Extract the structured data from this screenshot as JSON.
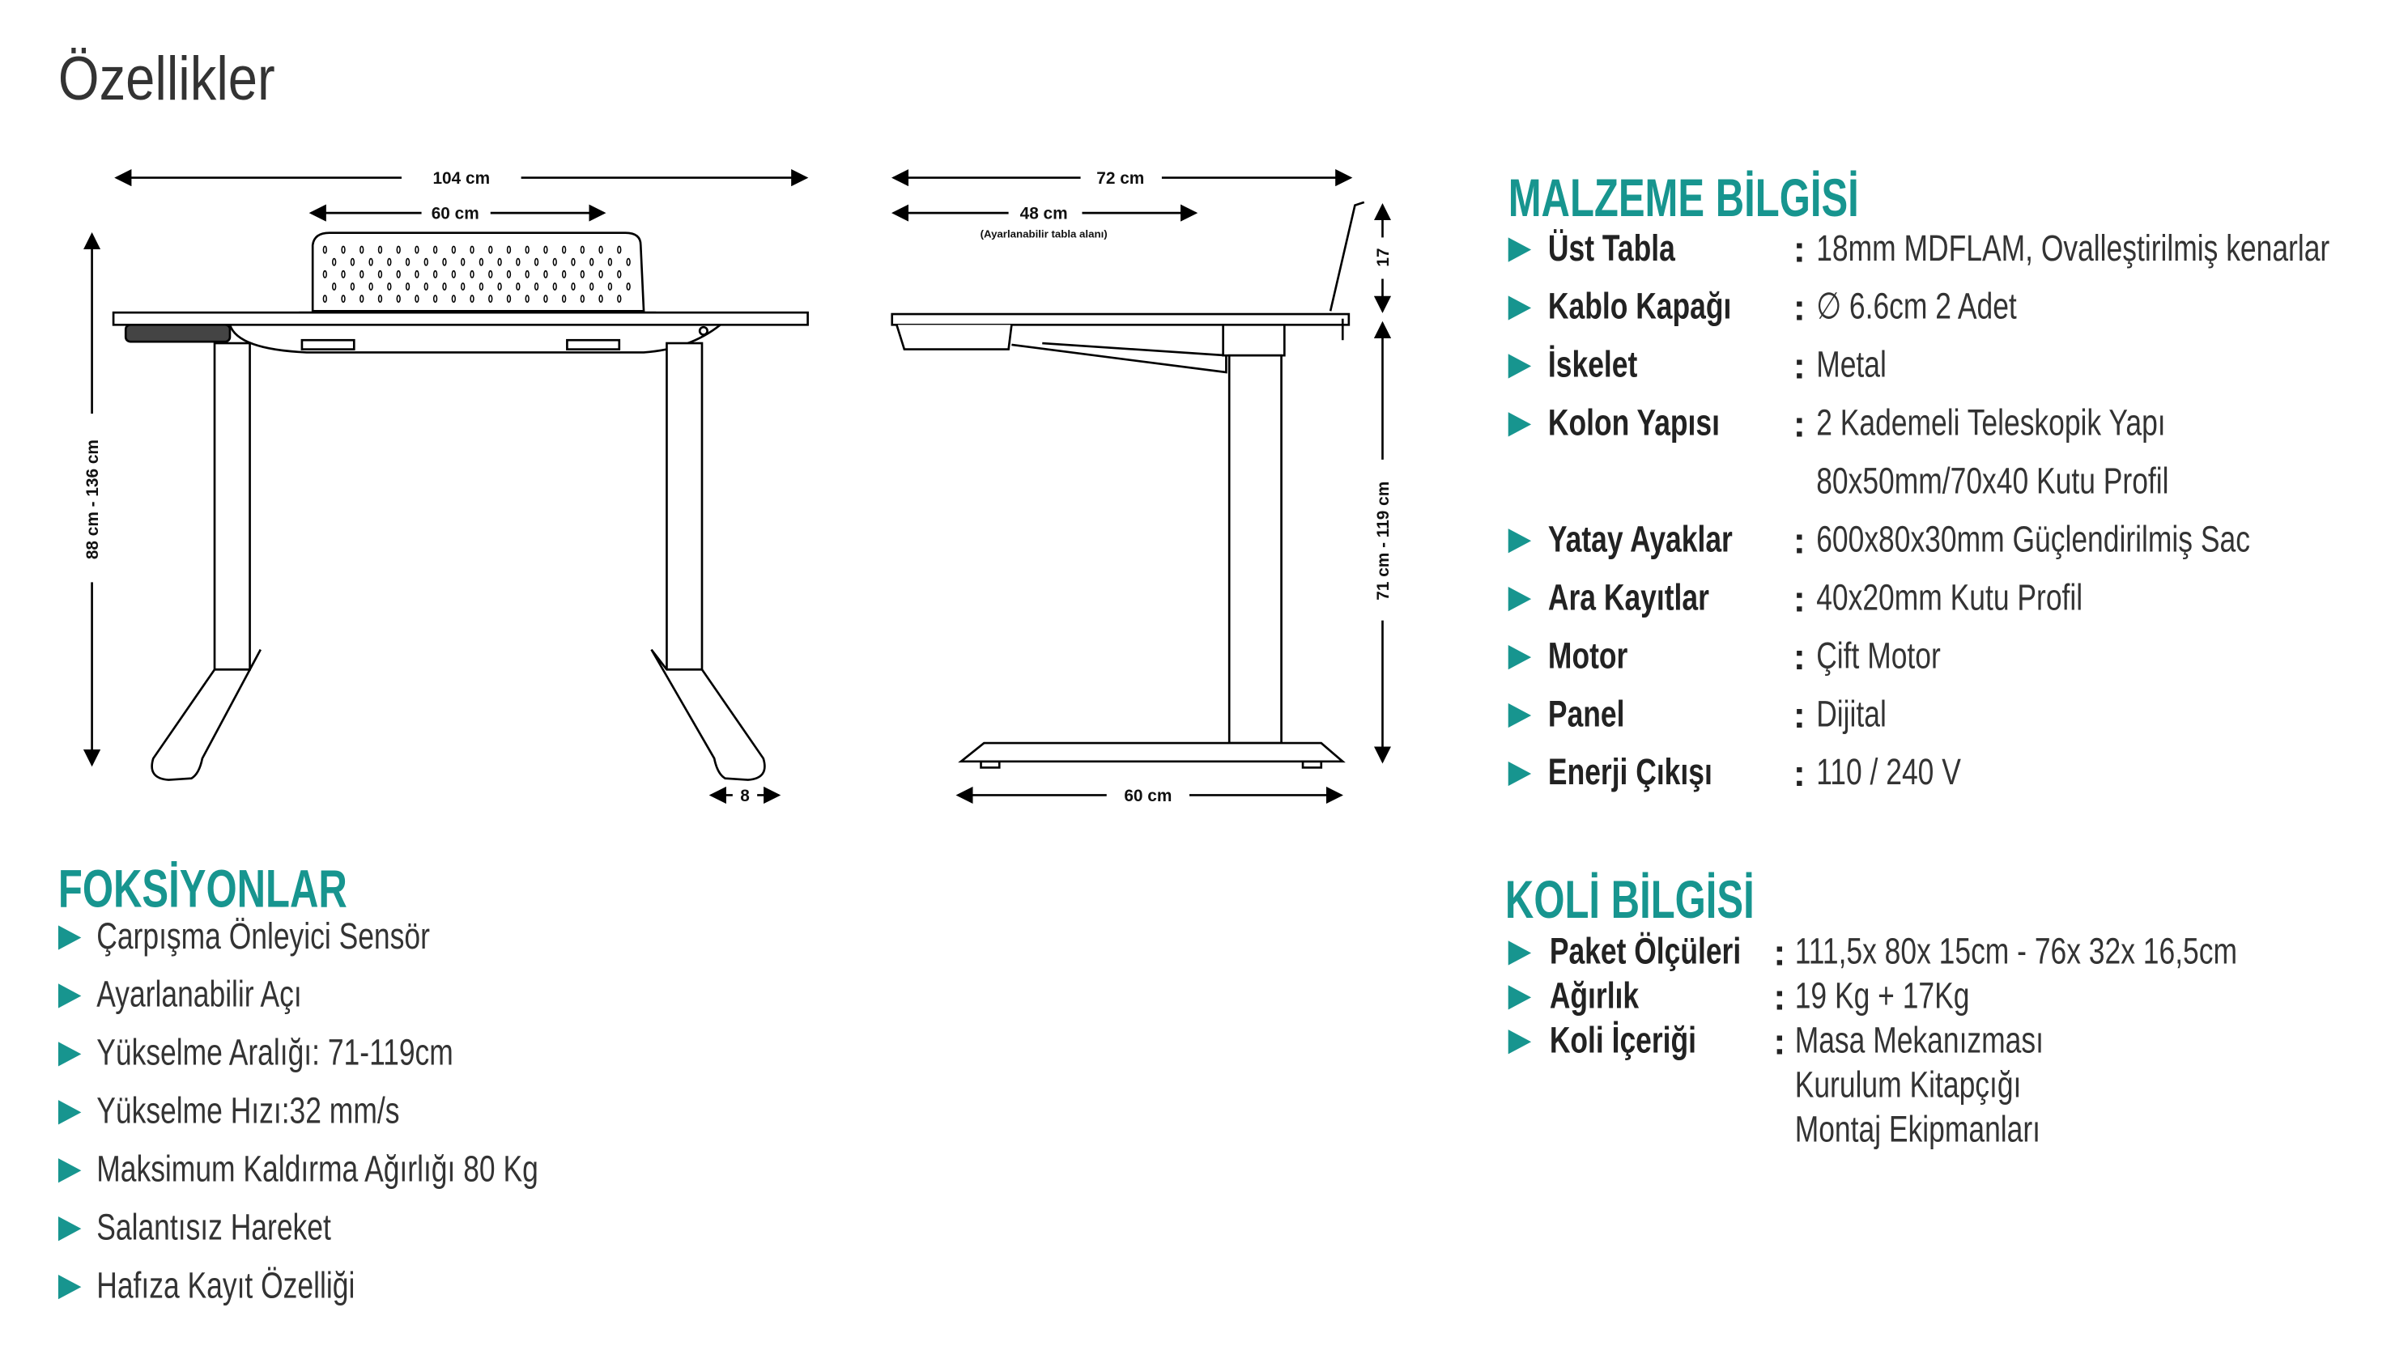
{
  "title": "Özellikler",
  "accent_color": "#17958f",
  "diagram": {
    "front": {
      "width": "104 cm",
      "stand_width": "60 cm",
      "height": "88 cm - 136 cm",
      "foot": "8"
    },
    "side": {
      "depth": "72 cm",
      "adjustable": "48 cm",
      "adjustable_note": "(Ayarlanabilir tabla alanı)",
      "tilt": "17",
      "height": "71 cm - 119 cm",
      "base": "60 cm"
    }
  },
  "material": {
    "heading": "MALZEME BİLGİSİ",
    "rows": [
      {
        "label": "Üst Tabla",
        "value": "18mm MDFLAM, Ovalleştirilmiş kenarlar"
      },
      {
        "label": "Kablo Kapağı",
        "value": "∅ 6.6cm 2 Adet"
      },
      {
        "label": "İskelet",
        "value": "Metal"
      },
      {
        "label": "Kolon Yapısı",
        "value": "2 Kademeli Teleskopik Yapı",
        "value2": "80x50mm/70x40 Kutu Profil"
      },
      {
        "label": "Yatay Ayaklar",
        "value": "600x80x30mm Güçlendirilmiş Sac"
      },
      {
        "label": "Ara Kayıtlar",
        "value": "40x20mm Kutu Profil"
      },
      {
        "label": "Motor",
        "value": "Çift Motor"
      },
      {
        "label": "Panel",
        "value": "Dijital"
      },
      {
        "label": "Enerji Çıkışı",
        "value": "110 / 240 V"
      }
    ]
  },
  "package": {
    "heading": "KOLİ BİLGİSİ",
    "rows": [
      {
        "label": "Paket Ölçüleri",
        "value": "111,5x 80x 15cm - 76x 32x 16,5cm"
      },
      {
        "label": "Ağırlık",
        "value": "19 Kg + 17Kg"
      },
      {
        "label": "Koli İçeriği",
        "value": "Masa Mekanızması",
        "value2": "Kurulum Kitapçığı",
        "value3": "Montaj Ekipmanları"
      }
    ]
  },
  "functions": {
    "heading": "FOKSİYONLAR",
    "items": [
      "Çarpışma Önleyici Sensör",
      "Ayarlanabilir Açı",
      "Yükselme Aralığı: 71-119cm",
      "Yükselme Hızı:32 mm/s",
      "Maksimum Kaldırma Ağırlığı 80 Kg",
      "Salantısız Hareket",
      "Hafıza Kayıt Özelliği"
    ]
  }
}
